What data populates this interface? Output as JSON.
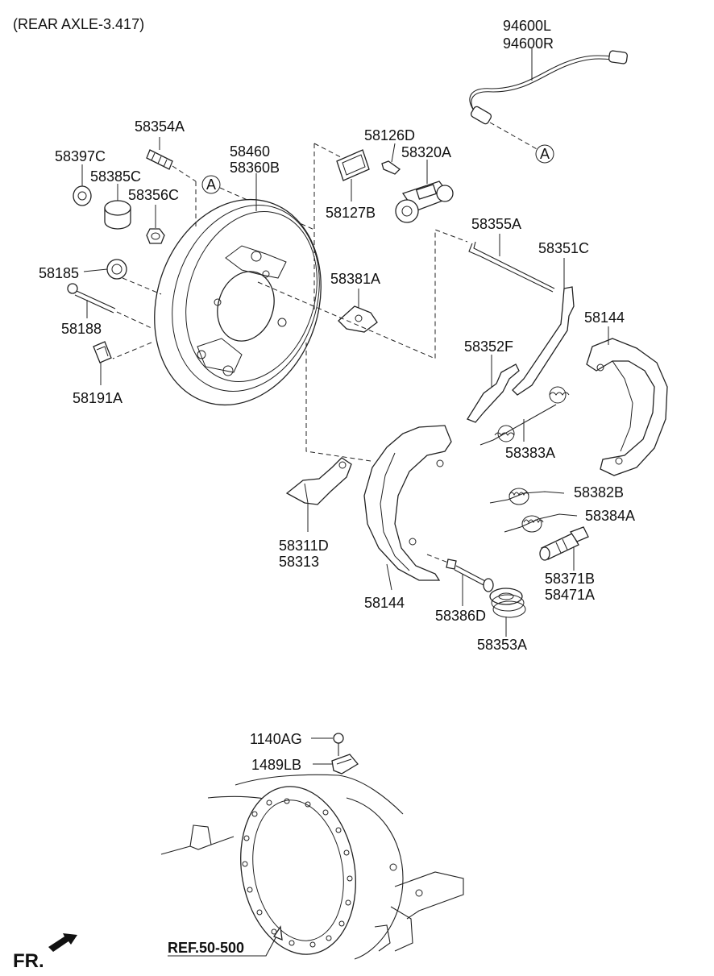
{
  "title": "(REAR AXLE-3.417)",
  "callout_letter": "A",
  "labels": {
    "p94600L": "94600L",
    "p94600R": "94600R",
    "p58354A": "58354A",
    "p58397C": "58397C",
    "p58385C": "58385C",
    "p58356C": "58356C",
    "p58460": "58460",
    "p58360B": "58360B",
    "p58126D": "58126D",
    "p58320A": "58320A",
    "p58127B": "58127B",
    "p58355A": "58355A",
    "p58351C": "58351C",
    "p58185": "58185",
    "p58381A": "58381A",
    "p58188": "58188",
    "p58144_top": "58144",
    "p58352F": "58352F",
    "p58191A": "58191A",
    "p58383A": "58383A",
    "p58382B": "58382B",
    "p58384A": "58384A",
    "p58311D": "58311D",
    "p58313": "58313",
    "p58371B": "58371B",
    "p58471A": "58471A",
    "p58144_bottom": "58144",
    "p58386D": "58386D",
    "p58353A": "58353A",
    "p1140AG": "1140AG",
    "p1489LB": "1489LB"
  },
  "ref_label": "REF.50-500",
  "fr_label": "FR."
}
